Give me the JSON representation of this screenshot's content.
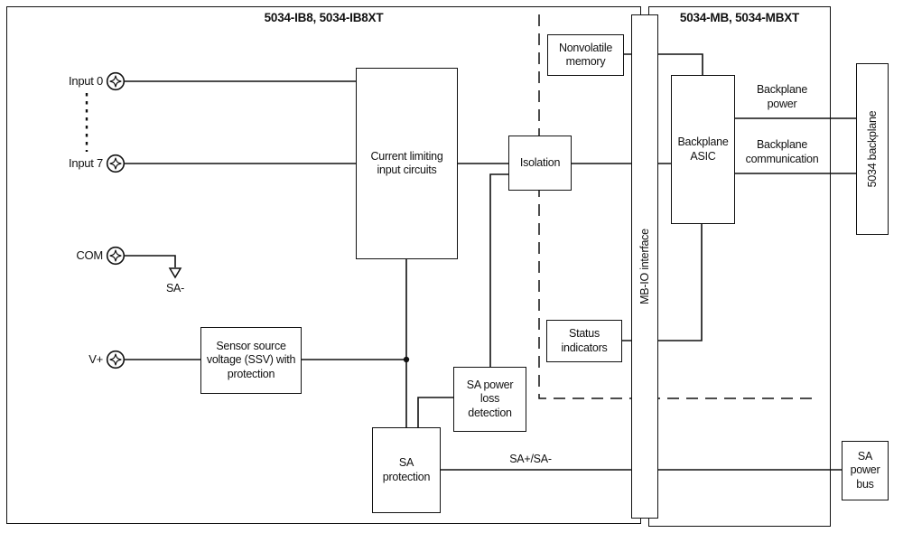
{
  "colors": {
    "line": "#111111",
    "background": "#ffffff",
    "text": "#111111"
  },
  "sections": {
    "ib8": {
      "title": "5034-IB8, 5034-IB8XT"
    },
    "mb": {
      "title": "5034-MB, 5034-MBXT"
    }
  },
  "terminals": [
    {
      "label": "Input 0"
    },
    {
      "label": "Input 7"
    },
    {
      "label": "COM"
    },
    {
      "label": "V+"
    }
  ],
  "blocks": {
    "current_limiting": "Current limiting\ninput circuits",
    "isolation": "Isolation",
    "nonvolatile_memory": "Nonvolatile\nmemory",
    "backplane_asic": "Backplane\nASIC",
    "status_indicators": "Status\nindicators",
    "sa_power_loss": "SA power\nloss\ndetection",
    "sa_protection": "SA\nprotection",
    "ssv": "Sensor source\nvoltage (SSV) with\nprotection",
    "mb_io_interface": "MB-IO interface",
    "backplane": "5034 backplane",
    "sa_power_bus": "SA\npower\nbus"
  },
  "wire_labels": {
    "sa_minus": "SA-",
    "backplane_power": "Backplane\npower",
    "backplane_communication": "Backplane\ncommunication",
    "sa_bus": "SA+/SA-"
  }
}
